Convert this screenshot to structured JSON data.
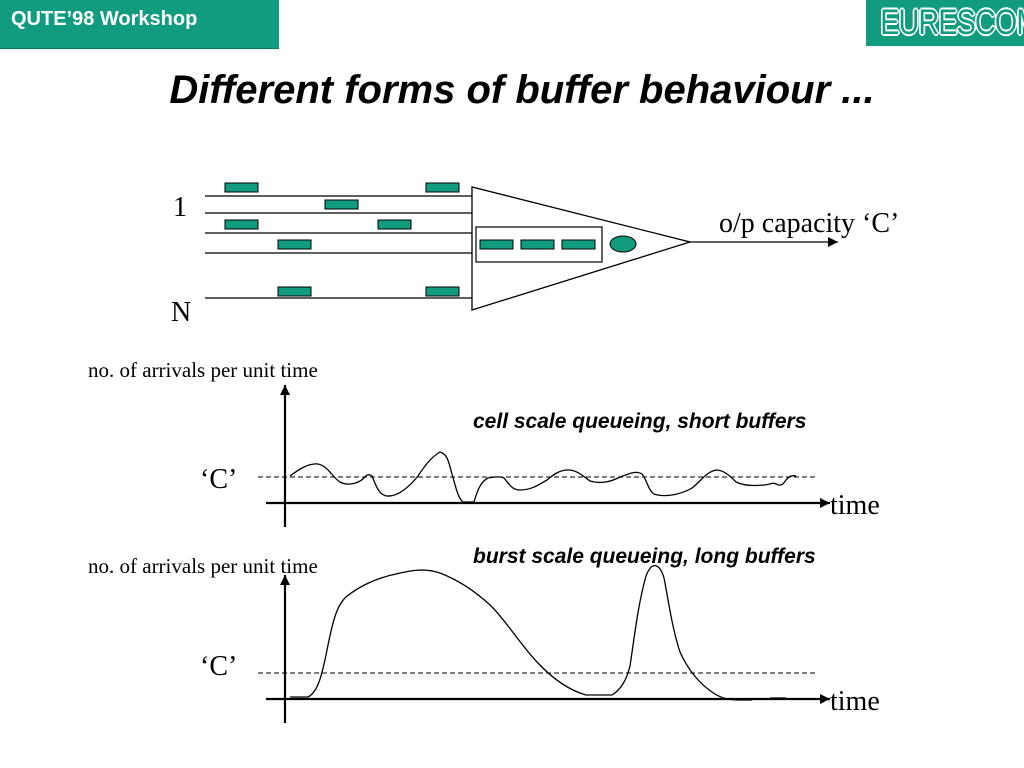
{
  "header": {
    "workshop_tag": "QUTE’98 Workshop",
    "logo_text": "EURESCOM",
    "slide_title": "Different forms of buffer behaviour ..."
  },
  "colors": {
    "accent": "#119b7f",
    "cell": "#119b7f"
  },
  "mux_diagram": {
    "input_first_label": "1",
    "input_last_label": "N",
    "output_label": "o/p capacity ‘C’"
  },
  "graphs": [
    {
      "y_axis_label": "no. of arrivals per unit time",
      "level_label": "‘C’",
      "x_axis_label": "time",
      "caption": "cell scale queueing, short buffers"
    },
    {
      "y_axis_label": "no. of arrivals per unit time",
      "level_label": "‘C’",
      "x_axis_label": "time",
      "caption": "burst scale queueing, long buffers"
    }
  ]
}
